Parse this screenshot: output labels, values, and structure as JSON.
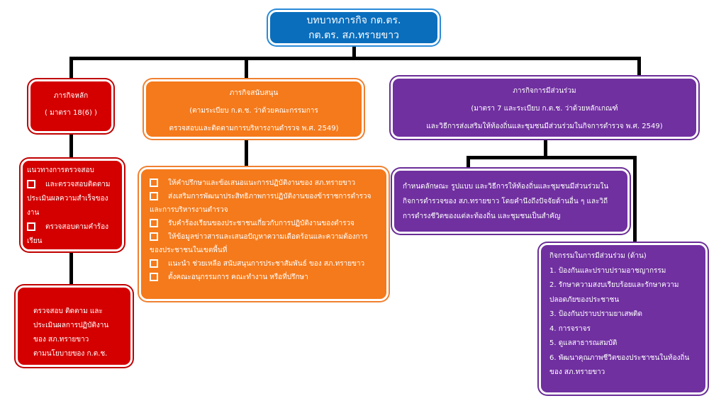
{
  "top": {
    "line1": "บทบาทภารกิจ กต.ตร.",
    "line2": "กต.ตร. สภ.ทรายขาว"
  },
  "main": {
    "title": "ภารกิจหลัก",
    "sub": "( มาตรา 18(6) )",
    "guide_title": "แนวทางการตรวจสอบ",
    "guide_items": [
      "และตรวจสอบติดตามประเมินผลความสำเร็จของงาน",
      "ตรวจสอบตามคำร้องเรียน"
    ],
    "bottom": [
      "ตรวจสอบ ติดตาม และ",
      "ประเมินผลการปฏิบัติงาน",
      "ของ สภ.ทรายขาว",
      "ตามนโยบายของ ก.ต.ช."
    ]
  },
  "support": {
    "title": "ภารกิจสนับสนุน",
    "sub1": "(ตามระเบียบ ก.ต.ช. ว่าด้วยคณะกรรมการ",
    "sub2": "ตรวจสอบและติดตามการบริหารงานตำรวจ พ.ศ. 2549)",
    "items": [
      "ให้คำปรึกษาและข้อเสนอแนะการปฏิบัติงานของ สภ.ทรายขาว",
      "ส่งเสริมการพัฒนาประสิทธิภาพการปฏิบัติงานของข้าราชการตำรวจและการบริหารงานตำรวจ",
      "รับคำร้องเรียนของประชาชนเกี่ยวกับการปฏิบัติงานของตำรวจ",
      "ให้ข้อมูลข่าวสารและเสนอปัญหาความเดือดร้อนและความต้องการของประชาชนในเขตพื้นที่",
      "แนะนำ ช่วยเหลือ สนับสนุนการประชาสัมพันธ์ ของ สภ.ทรายขาว",
      "ตั้งคณะอนุกรรมการ คณะทำงาน หรือที่ปรึกษา"
    ]
  },
  "participation": {
    "title": "ภารกิจการมีส่วนร่วม",
    "sub1": "(มาตรา 7 และระเบียบ ก.ต.ช. ว่าด้วยหลักเกณฑ์",
    "sub2": "และวิธีการส่งเสริมให้ท้องถิ่นและชุมชนมีส่วนร่วมในกิจการตำรวจ พ.ศ. 2549)",
    "desc": "กำหนดลักษณะ รูปแบบ และวิธีการให้ท้องถิ่นและชุมชนมีส่วนร่วมในกิจการตำรวจของ สภ.ทรายขาว โดยคำนึงถึงปัจจัยด้านอื่น ๆ และวิถีการดำรงชีวิตของแต่ละท้องถิ่น และชุมชนเป็นสำคัญ",
    "activities_title": "กิจกรรมในการมีส่วนร่วม (ด้าน)",
    "activities": [
      "1. ป้องกันและปราบปรามอาชญากรรม",
      "2. รักษาความสงบเรียบร้อยและรักษาความปลอดภัยของประชาชน",
      "3. ป้องกันปราบปรามยาเสพติด",
      "4. การจราจร",
      "5. ดูแลสาธารณสมบัติ",
      "6. พัฒนาคุณภาพชีวิตของประชาชนในท้องถิ่นของ สภ.ทรายขาว"
    ]
  }
}
